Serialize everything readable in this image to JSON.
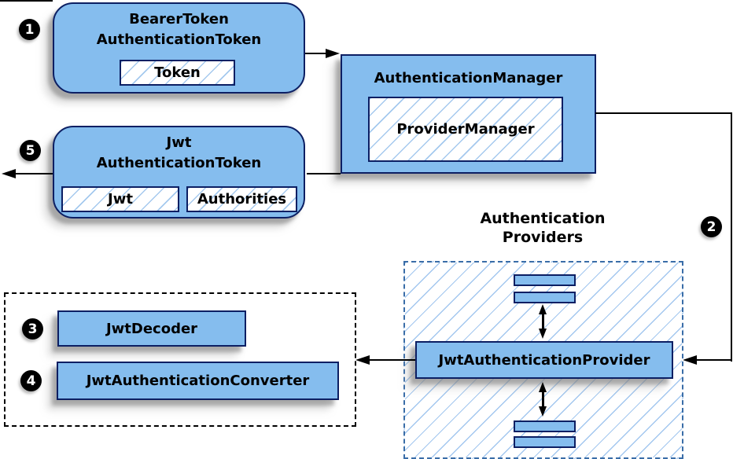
{
  "colors": {
    "node_fill": "#85bdee",
    "node_border": "#0c1f63",
    "hatch_line": "#a5c9ee",
    "providers_border": "#3a6da8",
    "decoders_border": "#000000",
    "arrow": "#000000",
    "badge_bg": "#000000",
    "badge_text": "#ffffff"
  },
  "badges": {
    "b1": "1",
    "b2": "2",
    "b3": "3",
    "b4": "4",
    "b5": "5"
  },
  "nodes": {
    "bearer_token": {
      "line1": "BearerToken",
      "line2": "AuthenticationToken",
      "field": "Token"
    },
    "auth_manager": {
      "title": "AuthenticationManager",
      "field": "ProviderManager"
    },
    "jwt_token": {
      "line1": "Jwt",
      "line2": "AuthenticationToken",
      "field1": "Jwt",
      "field2": "Authorities"
    },
    "providers_group": {
      "label_line1": "Authentication",
      "label_line2": "Providers",
      "provider": "JwtAuthenticationProvider"
    },
    "decoder_group": {
      "decoder": "JwtDecoder",
      "converter": "JwtAuthenticationConverter"
    }
  }
}
